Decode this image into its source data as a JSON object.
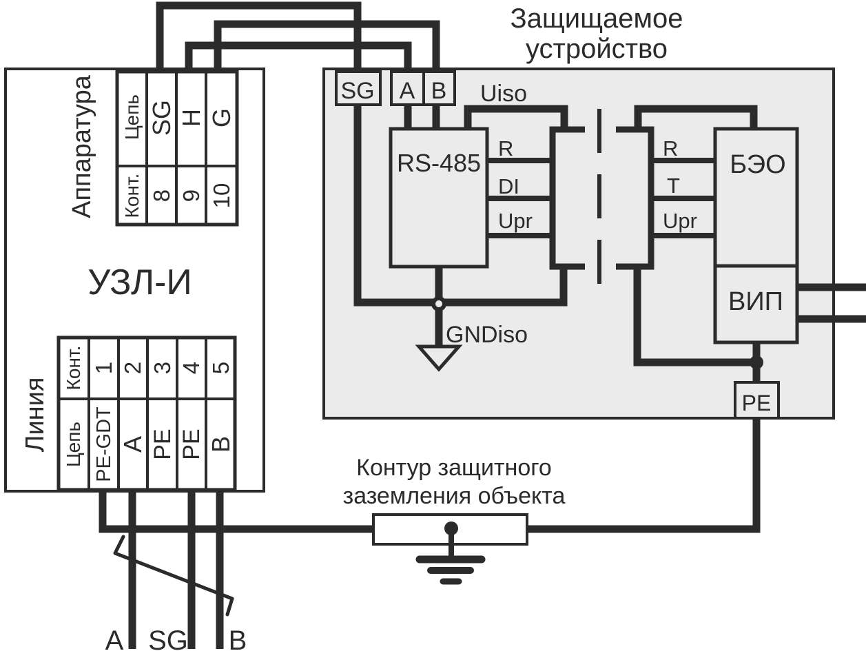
{
  "protected_device": {
    "title_line1": "Защищаемое",
    "title_line2": "устройство",
    "terminals": [
      "SG",
      "A",
      "B"
    ],
    "uiso_label": "Uiso",
    "gndiso_label": "GNDiso",
    "rs485_label": "RS-485",
    "rs485_pins": [
      "R",
      "DI",
      "Upr"
    ],
    "beo_label": "БЭО",
    "beo_pins": [
      "R",
      "T",
      "Upr"
    ],
    "vip_label": "ВИП",
    "pe_label": "PE"
  },
  "uzl_device": {
    "name": "УЗЛ-И",
    "apparatus_block": {
      "side_label": "Аппаратура",
      "circuit_header": "Цепь",
      "contact_header": "Конт.",
      "circuits": [
        "SG",
        "H",
        "G"
      ],
      "contacts": [
        "8",
        "9",
        "10"
      ]
    },
    "line_block": {
      "side_label": "Линия",
      "contact_header": "Конт.",
      "circuit_header": "Цепь",
      "contacts": [
        "1",
        "2",
        "3",
        "4",
        "5"
      ],
      "circuits": [
        "PE-GDT",
        "A",
        "PE",
        "PE",
        "B"
      ]
    }
  },
  "earth_circuit": {
    "label_line1": "Контур защитного",
    "label_line2": "заземления объекта"
  },
  "line_wires": {
    "labels": [
      "А",
      "SG",
      "В"
    ]
  },
  "colors": {
    "ink": "#2b2b2b",
    "panel_fill": "#ebebeb",
    "paper": "#ffffff"
  }
}
